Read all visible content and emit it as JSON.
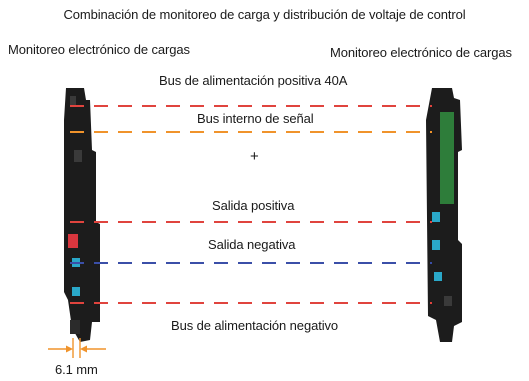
{
  "title": "Combinación de monitoreo de carga y distribución de voltaje de control",
  "left_module_label": "Monitoreo electrónico de cargas",
  "right_module_label": "Monitoreo electrónico de cargas",
  "lines": [
    {
      "id": "positive-supply-bus",
      "label": "Bus de alimentación positiva 40A",
      "color": "#e0443e"
    },
    {
      "id": "internal-signal-bus",
      "label": "Bus interno de señal",
      "color": "#f0932b"
    },
    {
      "id": "positive-output",
      "label": "Salida positiva",
      "color": "#e0443e"
    },
    {
      "id": "negative-output",
      "label": "Salida negativa",
      "color": "#3b4fa8"
    },
    {
      "id": "negative-supply-bus",
      "label": "Bus de alimentación negativo",
      "color": "#e0443e"
    }
  ],
  "plus_sign": "+",
  "width_dimension": "6.1 mm",
  "colors": {
    "module_body": "#1c1c1c",
    "module_pcb": "#2e7d3a",
    "terminal_accent": "#2aa8c9",
    "terminal_red": "#d9363e",
    "dimension": "#f0932b"
  }
}
